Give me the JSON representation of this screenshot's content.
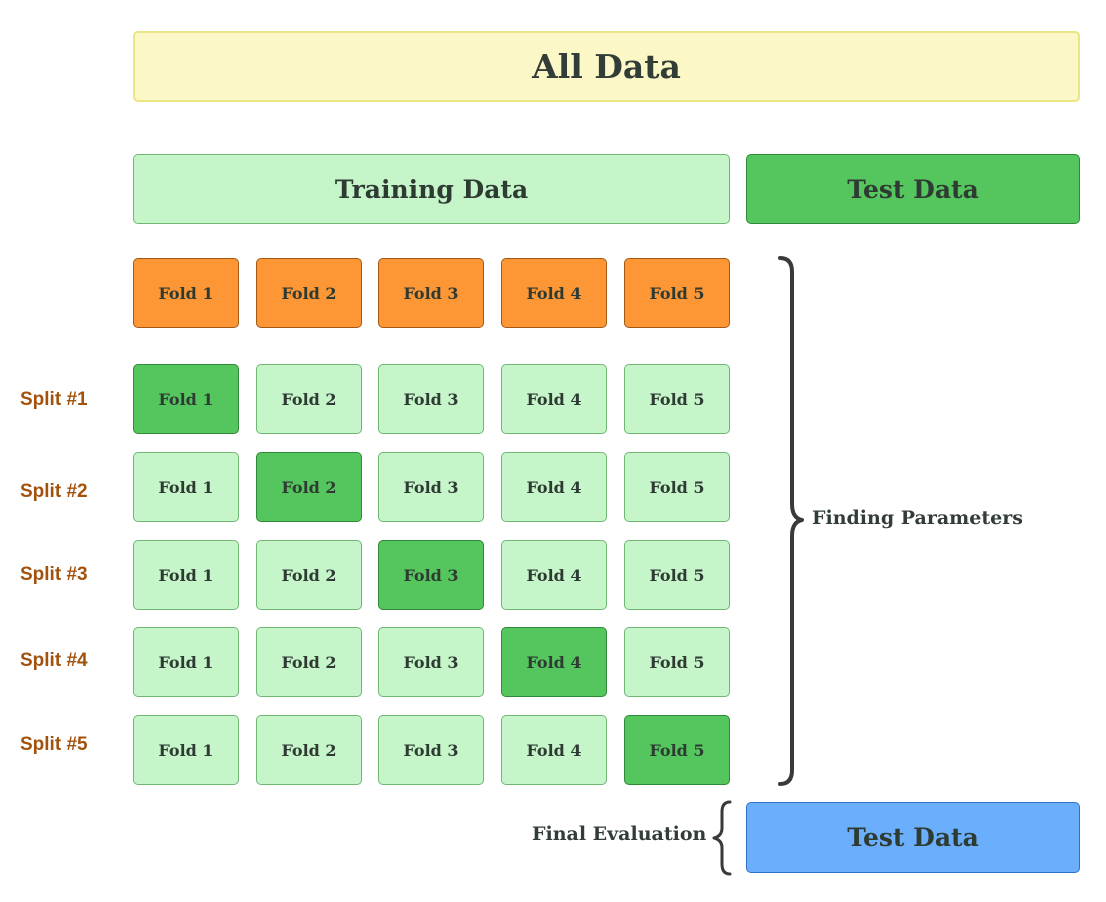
{
  "all_data": "All Data",
  "training_data": "Training Data",
  "test_data_top": "Test Data",
  "test_data_final": "Test Data",
  "fold_header": [
    "Fold 1",
    "Fold 2",
    "Fold 3",
    "Fold 4",
    "Fold 5"
  ],
  "splits": [
    {
      "label": "Split #1",
      "folds": [
        "Fold 1",
        "Fold 2",
        "Fold 3",
        "Fold 4",
        "Fold 5"
      ],
      "test_fold_index": 0
    },
    {
      "label": "Split #2",
      "folds": [
        "Fold 1",
        "Fold 2",
        "Fold 3",
        "Fold 4",
        "Fold 5"
      ],
      "test_fold_index": 1
    },
    {
      "label": "Split #3",
      "folds": [
        "Fold 1",
        "Fold 2",
        "Fold 3",
        "Fold 4",
        "Fold 5"
      ],
      "test_fold_index": 2
    },
    {
      "label": "Split #4",
      "folds": [
        "Fold 1",
        "Fold 2",
        "Fold 3",
        "Fold 4",
        "Fold 5"
      ],
      "test_fold_index": 3
    },
    {
      "label": "Split #5",
      "folds": [
        "Fold 1",
        "Fold 2",
        "Fold 3",
        "Fold 4",
        "Fold 5"
      ],
      "test_fold_index": 4
    }
  ],
  "finding_parameters": "Finding Parameters",
  "final_evaluation": "Final Evaluation",
  "colors": {
    "all_data_fill": "#fbf7c6",
    "training_fill": "#c6f5ca",
    "test_fill": "#55c65e",
    "fold_header_fill": "#fd9736",
    "final_test_fill": "#6aaefc",
    "split_label": "#a3520e"
  }
}
